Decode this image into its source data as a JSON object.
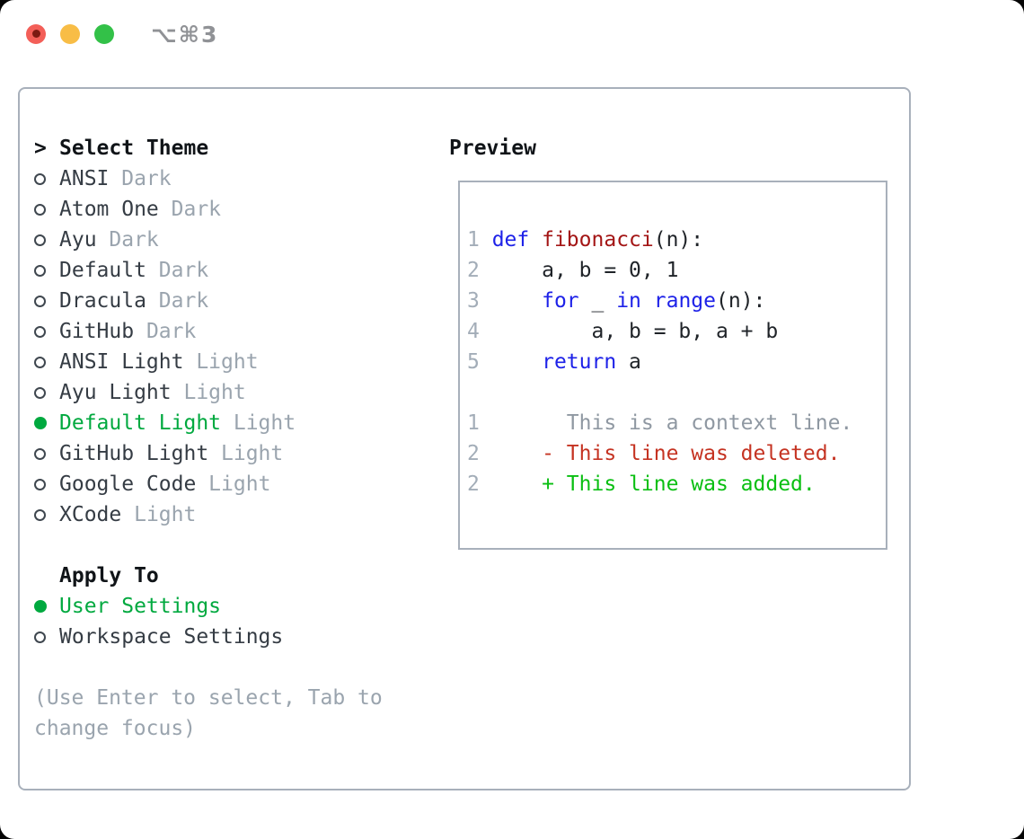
{
  "window": {
    "title": "⌥⌘3"
  },
  "traffic_lights": [
    {
      "name": "close",
      "color": "#f35f58",
      "dot": "#7c1a12"
    },
    {
      "name": "minimize",
      "color": "#f8bd46",
      "dot": null
    },
    {
      "name": "zoom",
      "color": "#33c148",
      "dot": null
    }
  ],
  "theme_picker": {
    "focus_prefix": ">",
    "header": "Select Theme",
    "items": [
      {
        "name": "ANSI",
        "tag": "Dark",
        "selected": false
      },
      {
        "name": "Atom One",
        "tag": "Dark",
        "selected": false
      },
      {
        "name": "Ayu",
        "tag": "Dark",
        "selected": false
      },
      {
        "name": "Default",
        "tag": "Dark",
        "selected": false
      },
      {
        "name": "Dracula",
        "tag": "Dark",
        "selected": false
      },
      {
        "name": "GitHub",
        "tag": "Dark",
        "selected": false
      },
      {
        "name": "ANSI Light",
        "tag": "Light",
        "selected": false
      },
      {
        "name": "Ayu Light",
        "tag": "Light",
        "selected": false
      },
      {
        "name": "Default Light",
        "tag": "Light",
        "selected": true
      },
      {
        "name": "GitHub Light",
        "tag": "Light",
        "selected": false
      },
      {
        "name": "Google Code",
        "tag": "Light",
        "selected": false
      },
      {
        "name": "XCode",
        "tag": "Light",
        "selected": false
      }
    ]
  },
  "apply_to": {
    "header": "Apply To",
    "options": [
      {
        "name": "User Settings",
        "selected": true
      },
      {
        "name": "Workspace Settings",
        "selected": false
      }
    ]
  },
  "help": {
    "line1": "(Use Enter to select, Tab to",
    "line2": "change focus)"
  },
  "preview": {
    "header": "Preview",
    "lines": [
      {
        "tokens": [
          [
            "1 ",
            "num"
          ],
          [
            "def",
            "kw"
          ],
          [
            " ",
            "fg"
          ],
          [
            "fibonacci",
            "fn"
          ],
          [
            "(n):",
            "fg"
          ]
        ]
      },
      {
        "tokens": [
          [
            "2 ",
            "num"
          ],
          [
            "    a, b = 0, 1",
            "fg"
          ]
        ]
      },
      {
        "tokens": [
          [
            "3 ",
            "num"
          ],
          [
            "    ",
            "fg"
          ],
          [
            "for",
            "kw"
          ],
          [
            " _ ",
            "fg"
          ],
          [
            "in",
            "kw"
          ],
          [
            " ",
            "fg"
          ],
          [
            "range",
            "kw"
          ],
          [
            "(n):",
            "fg"
          ]
        ]
      },
      {
        "tokens": [
          [
            "4 ",
            "num"
          ],
          [
            "        a, b = b, a + b",
            "fg"
          ]
        ]
      },
      {
        "tokens": [
          [
            "5 ",
            "num"
          ],
          [
            "    ",
            "fg"
          ],
          [
            "return",
            "kw"
          ],
          [
            " a",
            "fg"
          ]
        ]
      },
      {
        "tokens": []
      },
      {
        "tokens": [
          [
            "1 ",
            "num"
          ],
          [
            "      ",
            "fg"
          ],
          [
            "This is a context line.",
            "ctx"
          ]
        ]
      },
      {
        "tokens": [
          [
            "2 ",
            "num"
          ],
          [
            "    ",
            "fg"
          ],
          [
            "- This line was deleted.",
            "del"
          ]
        ]
      },
      {
        "tokens": [
          [
            "2 ",
            "num"
          ],
          [
            "    ",
            "fg"
          ],
          [
            "+ This line was added.",
            "add"
          ]
        ]
      }
    ]
  },
  "colors": {
    "accent-green": "#00a93f",
    "muted": "#9aa4ae",
    "item-text": "#353c44",
    "header-text": "#101418",
    "border": "#a8b0bb",
    "num": "#a3adb8",
    "kw": "#1e22e8",
    "fn": "#a31515",
    "fg": "#1f2328",
    "ctx": "#8f98a2",
    "del": "#c53322",
    "add": "#0abf12",
    "title-text": "#909296"
  }
}
